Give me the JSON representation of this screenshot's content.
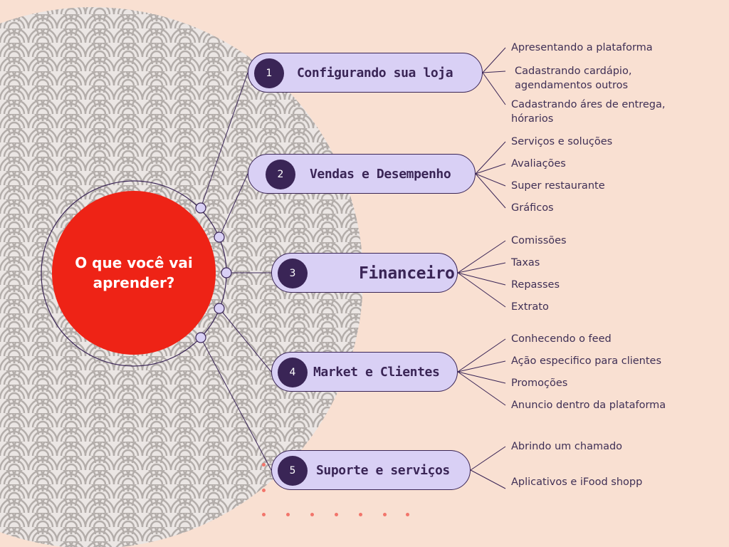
{
  "colors": {
    "background": "#f9e0d2",
    "pattern_bg": "#ebe6e4",
    "pattern_line": "#b3adaa",
    "center_fill": "#ee2316",
    "pill_fill": "#d9d0f5",
    "pill_border": "#3a2556",
    "number_fill": "#3a2556",
    "label_text": "#3a2556",
    "sub_text": "#3f2f55",
    "connector": "#3a2556",
    "accent_dot": "#f2756b"
  },
  "center": {
    "title": "O que você vai aprender?"
  },
  "topics": [
    {
      "number": "1",
      "label": "Configurando sua loja",
      "items": [
        "Apresentando a plataforma",
        "Cadastrando cardápio, agendamentos outros",
        "Cadastrando áres de entrega, hórarios"
      ]
    },
    {
      "number": "2",
      "label": "Vendas e Desempenho",
      "items": [
        "Serviços e soluções",
        "Avaliações",
        "Super restaurante",
        "Gráficos"
      ]
    },
    {
      "number": "3",
      "label": "Financeiro",
      "items": [
        "Comissões",
        "Taxas",
        "Repasses",
        "Extrato"
      ]
    },
    {
      "number": "4",
      "label": "Market e Clientes",
      "items": [
        "Conhecendo o feed",
        "Ação especifico para clientes",
        "Promoções",
        "Anuncio dentro da plataforma"
      ]
    },
    {
      "number": "5",
      "label": "Suporte e serviços",
      "items": [
        "Abrindo um chamado",
        "Aplicativos e iFood shopp"
      ]
    }
  ]
}
